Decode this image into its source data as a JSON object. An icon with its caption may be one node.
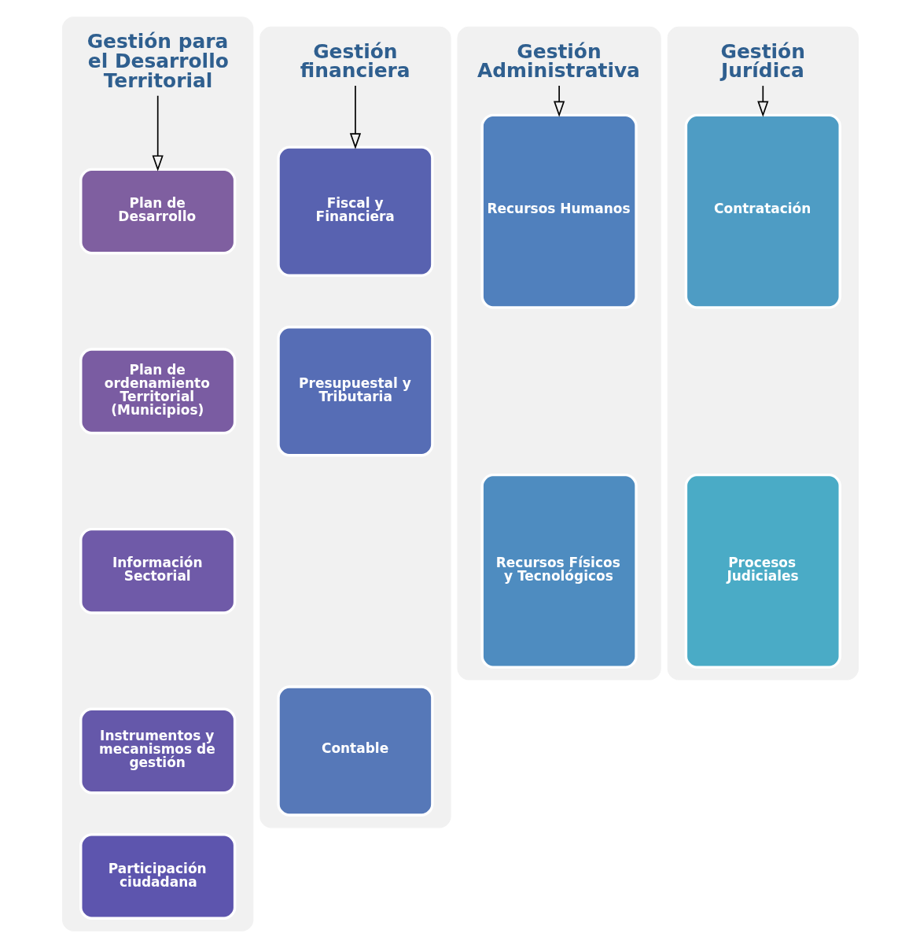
{
  "diagram": {
    "nodes": [
      {
        "text": [],
        "shape": "box"
      },
      {
        "text": [
          "Gestión para el Desarrollo Territorial"
        ],
        "in": 0
      },
      {
        "text": [
          "Plan de Desarrollo"
        ],
        "in": 0
      },
      {
        "text": [
          "Plan de ordenamiento Territorial (Municipios)"
        ],
        "in": 0
      },
      {
        "text": [
          "Información Sectorial"
        ],
        "in": 0
      },
      {
        "text": [
          "Instrumentos y mecanismos de gestión"
        ],
        "in": 0
      },
      {
        "text": [
          "Participación ciudadana"
        ],
        "in": 0
      },
      {
        "text": [],
        "shape": "box"
      },
      {
        "text": [
          "Gestión financiera"
        ],
        "in": 7
      },
      {
        "text": [
          "Fiscal y Financiera"
        ],
        "in": 7
      },
      {
        "text": [
          "Presupuestal y Tributaria"
        ],
        "in": 7
      },
      {
        "text": [
          "Contable"
        ],
        "in": 7
      },
      {
        "text": [],
        "shape": "box"
      },
      {
        "text": [
          "Gestión Administrativa"
        ],
        "in": 12
      },
      {
        "text": [
          "Recursos Humanos"
        ],
        "in": 12
      },
      {
        "text": [
          "Recursos Físicos y Tecnológicos"
        ],
        "in": 12
      },
      {
        "text": [],
        "shape": "box"
      },
      {
        "text": [
          "Gestión Jurídica"
        ],
        "in": 16
      },
      {
        "text": [
          "Contratación"
        ],
        "in": 16
      },
      {
        "text": [
          "Procesos Judiciales"
        ],
        "in": 16
      }
    ],
    "edges": [
      {
        "from": 1,
        "to": 2,
        "arrow": "to"
      },
      {
        "from": 8,
        "to": 9,
        "arrow": "to"
      },
      {
        "from": 13,
        "to": 14,
        "arrow": "to"
      },
      {
        "from": 17,
        "to": 18,
        "arrow": "to"
      }
    ]
  }
}
